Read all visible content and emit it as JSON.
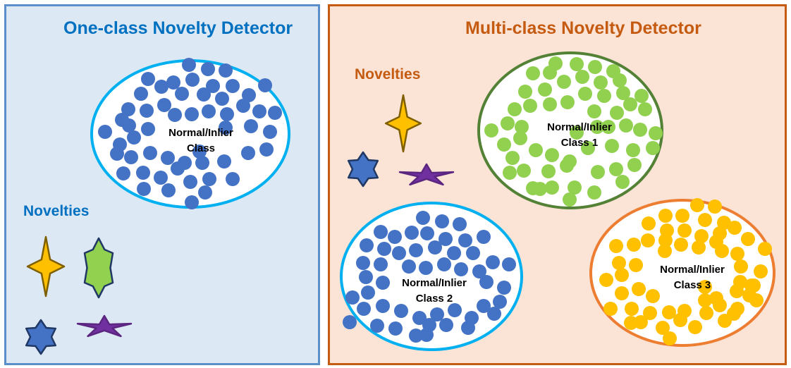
{
  "left": {
    "title": "One-class Novelty Detector",
    "novelties_label": "Novelties",
    "class_label_line1": "Normal/Inlier",
    "class_label_line2": "Class",
    "border_color": "#5b8fc9",
    "background": "#dde8f5",
    "title_color": "#0070c0"
  },
  "right": {
    "title": "Multi-class Novelty Detector",
    "novelties_label": "Novelties",
    "class1_line1": "Normal/Inlier",
    "class1_line2": "Class 1",
    "class2_line1": "Normal/Inlier",
    "class2_line2": "Class 2",
    "class3_line1": "Normal/Inlier",
    "class3_line2": "Class 3",
    "border_color": "#c55a11",
    "background": "#fbe3d5",
    "title_color": "#c55a11"
  },
  "colors": {
    "blue_dot": "#4472c4",
    "green_dot": "#92d050",
    "yellow_dot": "#ffc000",
    "ellipse_blue": "#00b0f0",
    "ellipse_green": "#538135",
    "ellipse_orange": "#ed7d31",
    "star_yellow": "#ffc000",
    "star_green": "#92d050",
    "star_blue": "#4472c4",
    "star_purple": "#7030a0"
  },
  "icons": [
    "yellow-star-icon",
    "green-star-icon",
    "blue-star-icon",
    "purple-star-icon"
  ]
}
